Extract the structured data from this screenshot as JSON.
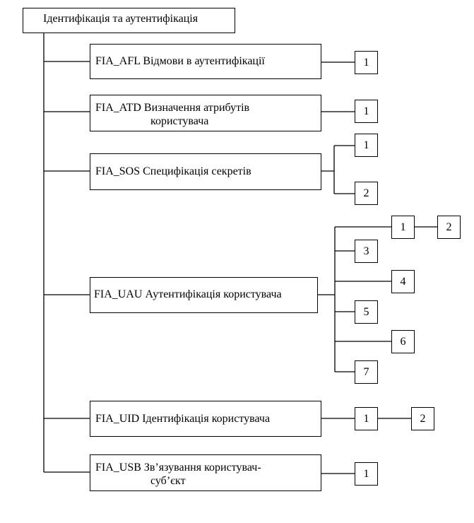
{
  "root": "Ідентифікація та аутентифікація",
  "families": {
    "afl": {
      "line1": "FIA_AFL Відмови в аутентифікації",
      "line2": ""
    },
    "atd": {
      "line1": "FIA_ATD Визначення атрибутів",
      "line2": "користувача"
    },
    "sos": {
      "line1": "FIA_SOS Специфікація секретів",
      "line2": ""
    },
    "uau": {
      "line1": "FIA_UAU Аутентифікація  користувача",
      "line2": ""
    },
    "uid": {
      "line1": "FIA_UID Ідентифікація користувача",
      "line2": ""
    },
    "usb": {
      "line1": "FIA_USB Зв’язування користувач-",
      "line2": "суб’єкт"
    }
  },
  "components": {
    "afl": [
      "1"
    ],
    "atd": [
      "1"
    ],
    "sos": [
      "1",
      "2"
    ],
    "uau": [
      "1",
      "2",
      "3",
      "4",
      "5",
      "6",
      "7"
    ],
    "uid": [
      "1",
      "2"
    ],
    "usb": [
      "1"
    ]
  }
}
